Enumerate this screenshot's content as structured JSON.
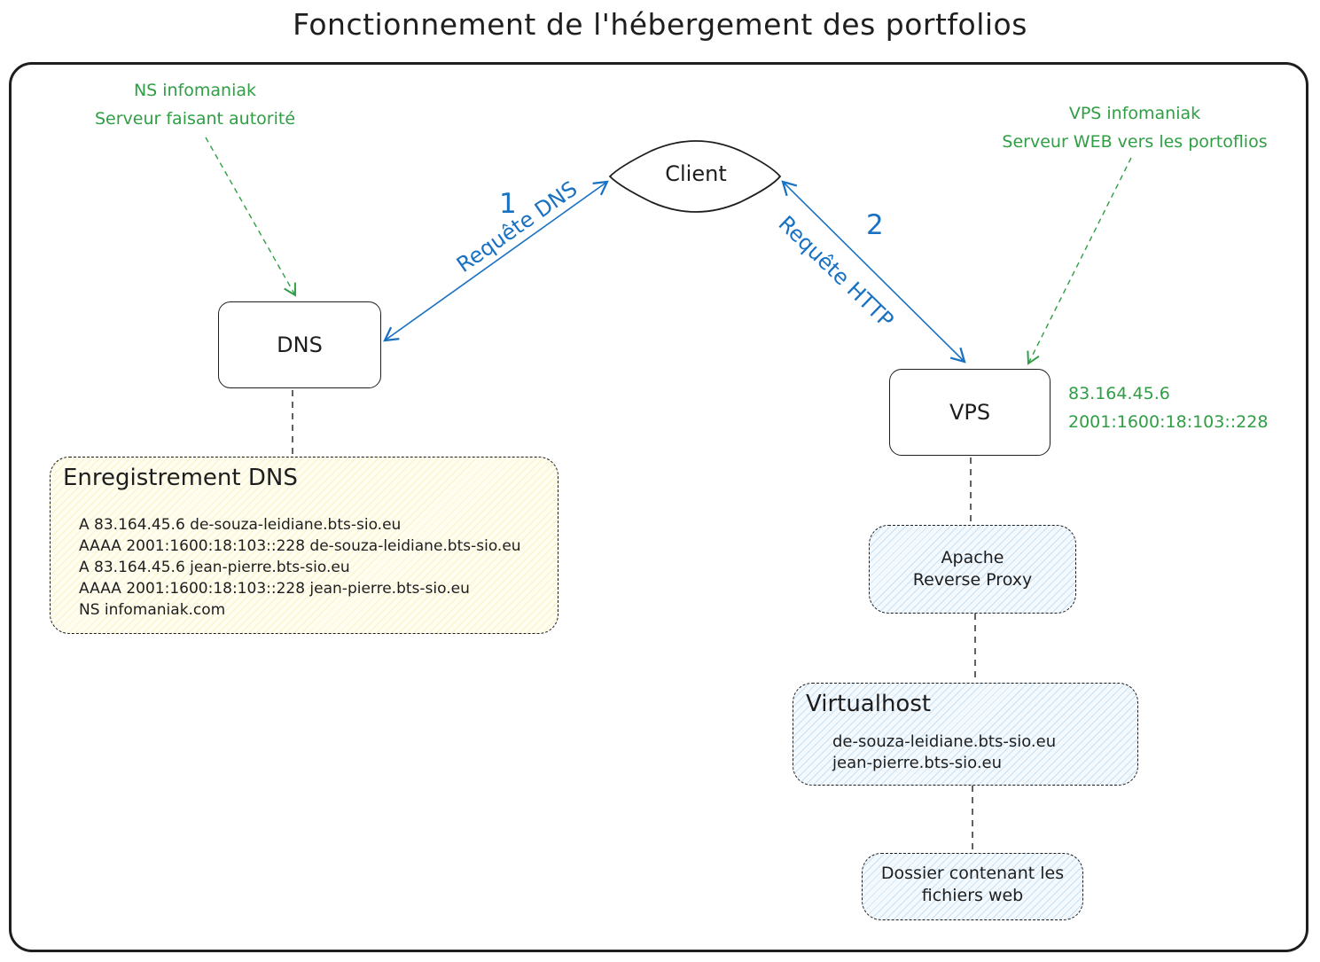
{
  "title": "Fonctionnement de l'hébergement des portfolios",
  "notes": {
    "ns_line1": "NS infomaniak",
    "ns_line2": "Serveur faisant autorité",
    "vps_line1": "VPS infomaniak",
    "vps_line2": "Serveur WEB vers les portoflios"
  },
  "nodes": {
    "client": "Client",
    "dns": "DNS",
    "vps": "VPS"
  },
  "vps_ips": {
    "ipv4": "83.164.45.6",
    "ipv6": "2001:1600:18:103::228"
  },
  "edges": {
    "dns_request": "Requête DNS",
    "http_request": "Requête HTTP",
    "step1": "1",
    "step2": "2"
  },
  "dns_records": {
    "heading": "Enregistrement DNS",
    "lines": [
      "A 83.164.45.6 de-souza-leidiane.bts-sio.eu",
      "AAAA 2001:1600:18:103::228 de-souza-leidiane.bts-sio.eu",
      "A 83.164.45.6 jean-pierre.bts-sio.eu",
      "AAAA 2001:1600:18:103::228 jean-pierre.bts-sio.eu",
      "NS infomaniak.com"
    ]
  },
  "apache": {
    "line1": "Apache",
    "line2": "Reverse Proxy"
  },
  "virtualhost": {
    "heading": "Virtualhost",
    "lines": [
      "de-souza-leidiane.bts-sio.eu",
      "jean-pierre.bts-sio.eu"
    ]
  },
  "folder": {
    "line1": "Dossier contenant les",
    "line2": "fichiers web"
  },
  "colors": {
    "note_green": "#2f9e44",
    "request_blue": "#1971c2",
    "dns_fill": "#fffdf0",
    "web_fill": "#f3f9fd",
    "stroke": "#1e1e1e"
  }
}
